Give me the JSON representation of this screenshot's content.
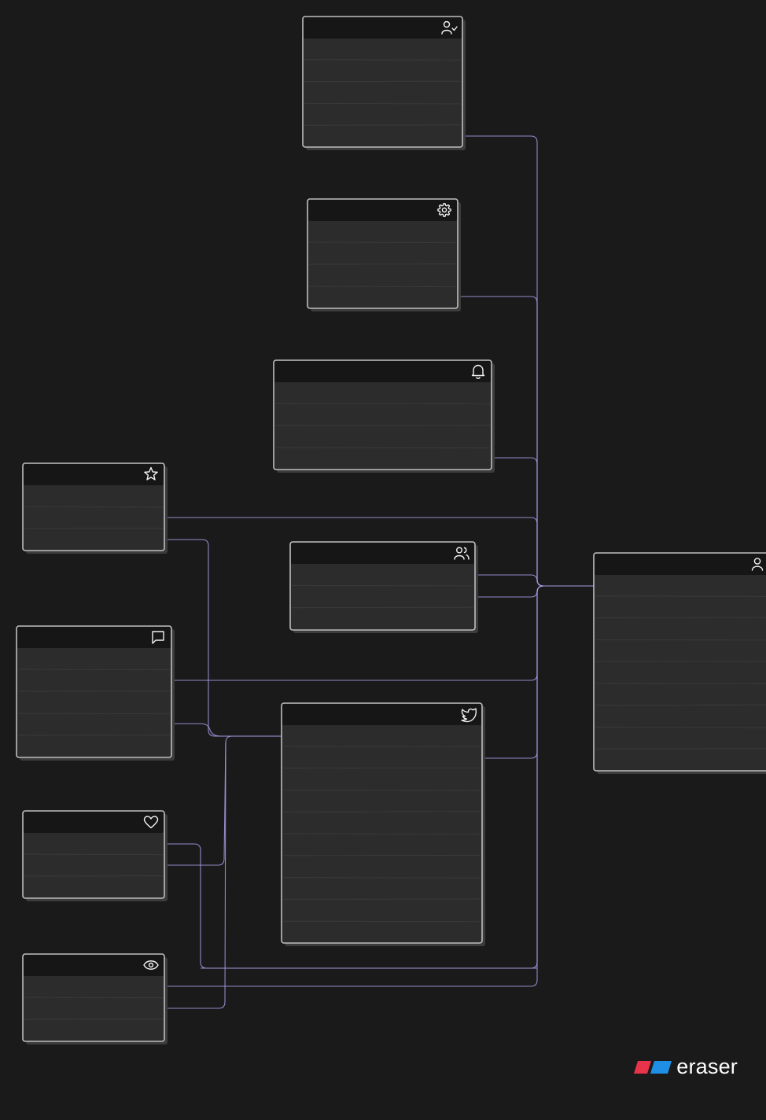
{
  "brand": {
    "name": "eraser",
    "colors": {
      "red": "#e8344a",
      "blue": "#1f8fe5"
    }
  },
  "colors": {
    "background": "#1a1a1b",
    "edge": "#a79fe6",
    "header": "#161617",
    "body": "#2c2c2c"
  },
  "tables": [
    {
      "id": "follow",
      "icon": "user-check-icon",
      "rows": 5
    },
    {
      "id": "settings",
      "icon": "gear-icon",
      "rows": 4
    },
    {
      "id": "notifications",
      "icon": "bell-icon",
      "rows": 4
    },
    {
      "id": "favorites",
      "icon": "star-icon",
      "rows": 3
    },
    {
      "id": "followers",
      "icon": "users-icon",
      "rows": 3
    },
    {
      "id": "comments",
      "icon": "message-icon",
      "rows": 5
    },
    {
      "id": "tweets",
      "icon": "twitter-bird-icon",
      "rows": 10
    },
    {
      "id": "likes",
      "icon": "heart-icon",
      "rows": 3
    },
    {
      "id": "views",
      "icon": "eye-icon",
      "rows": 3
    },
    {
      "id": "users",
      "icon": "user-icon",
      "rows": 9
    }
  ]
}
